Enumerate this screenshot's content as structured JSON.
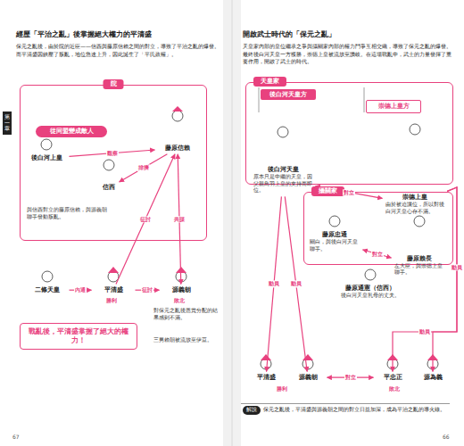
{
  "diagram": {
    "nodes": [
      {
        "text": [
          "院"
        ]
      },
      {
        "text": [
          "後白河上皇"
        ],
        "in": 0
      },
      {
        "text": [
          "信西"
        ],
        "in": 0
      },
      {
        "text": [
          "藤原信賴"
        ],
        "in": 0
      },
      {
        "text": [
          "從同盟變成敵人"
        ],
        "in": 0
      },
      {
        "text": [
          "二條天皇"
        ]
      },
      {
        "text": [
          "平清盛"
        ]
      },
      {
        "text": [
          "源義朝"
        ]
      },
      {
        "text": [
          "戰亂後，平清盛掌握了絕大的權力！"
        ]
      },
      {
        "text": [
          "天皇家"
        ]
      },
      {
        "text": [
          "後白河天皇方"
        ],
        "in": 9
      },
      {
        "text": [
          "崇德上皇方"
        ],
        "in": 9
      },
      {
        "text": [
          "後白河天皇",
          "原本只是中繼的天皇，因父親鳥羽上皇的支持而即位。"
        ],
        "in": 9
      },
      {
        "text": [
          "崇德上皇",
          "由於被迫讓位，所以對後白河天皇心存不滿。"
        ],
        "in": 9
      },
      {
        "text": [
          "攝關家"
        ]
      },
      {
        "text": [
          "藤原忠通",
          "關白，與後白河天皇聯手。"
        ],
        "in": 14
      },
      {
        "text": [
          "藤原賴長",
          "左大臣，與崇德上皇聯手。"
        ],
        "in": 14
      },
      {
        "text": [
          "藤原通憲（信西）",
          "後白河天皇乳母的丈夫。"
        ]
      },
      {
        "text": [
          "平清盛"
        ]
      },
      {
        "text": [
          "源義朝"
        ]
      },
      {
        "text": [
          "平忠正"
        ]
      },
      {
        "text": [
          "源為義"
        ]
      },
      {
        "text": [
          "解說",
          "保元之亂後，平清盛與源義朝之間的對立日益加深，成為平治之亂的導火線。"
        ]
      }
    ],
    "edges": [
      {
        "from": 1,
        "to": 3,
        "label": "觀察",
        "arrow": "to"
      },
      {
        "from": 3,
        "to": 2,
        "label": "排擠",
        "arrow": "to"
      },
      {
        "from": 6,
        "to": 3,
        "label": "征討",
        "arrow": "to"
      },
      {
        "from": 3,
        "to": 7,
        "label": "共謀",
        "arrow": "both"
      },
      {
        "from": 5,
        "to": 6,
        "label": "內通",
        "arrow": "to"
      },
      {
        "from": 6,
        "to": 7,
        "label": "征討",
        "arrow": "to"
      },
      {
        "from": 12,
        "to": 13,
        "label": "對立",
        "arrow": "both"
      },
      {
        "from": 15,
        "to": 16,
        "label": "對立",
        "arrow": "both"
      },
      {
        "from": 12,
        "to": 18,
        "label": "動員",
        "arrow": "to"
      },
      {
        "from": 12,
        "to": 19,
        "label": "動員",
        "arrow": "to"
      },
      {
        "from": 13,
        "to": 20,
        "label": "動員",
        "arrow": "to"
      },
      {
        "from": 13,
        "to": 21,
        "label": "動員",
        "arrow": "to"
      },
      {
        "from": 19,
        "to": 20,
        "label": "對立",
        "arrow": "both"
      }
    ],
    "labels": [
      "經歷「平治之亂」後掌握絕大權力的平清盛",
      "保元之亂後，由於院的近臣——信西與藤原信賴之間的對立，導致了平治之亂的爆發。而平清盛因鎮壓了叛亂，地位急速上升，因此誕生了「平氏政權」。",
      "與信西對立的藤原信賴，與源義朝聯手發動叛亂。",
      "勝利",
      "敗北",
      "對保元之亂後恩賞分配的結果感到不滿。",
      "三男賴朝被流放至伊豆。",
      "67",
      "第一章",
      "開啟武士時代的「保元之亂」",
      "天皇家內部的皇位繼承之爭與攝關家內部的權力鬥爭互相交織，導致了保元之亂的爆發。最終後白河天皇一方獲勝，崇德上皇被流放至讚岐。在這場戰亂中，武士的力量發揮了重要作用，開啟了武士的時代。",
      "勝利",
      "敗北",
      "66"
    ]
  }
}
